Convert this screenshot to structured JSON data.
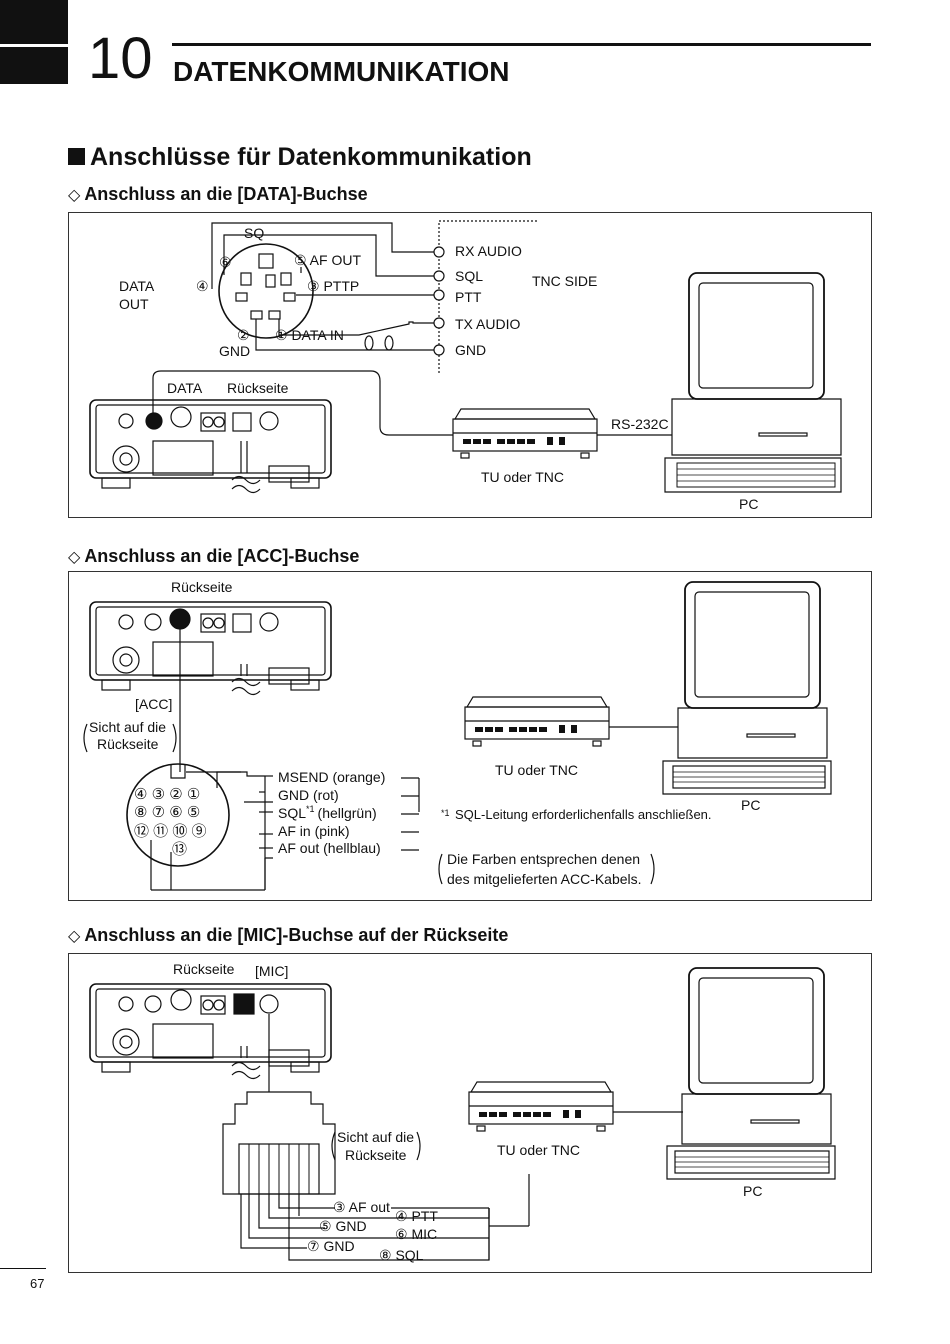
{
  "chapter": {
    "number": "10",
    "title": "DATENKOMMUNIKATION"
  },
  "section": {
    "title": "Anschlüsse für Datenkommunikation"
  },
  "data_jack": {
    "heading": "Anschluss an die [DATA]-Buchse",
    "pin_labels": {
      "sq": "SQ",
      "af_out": "⑤ AF OUT",
      "pttp": "③ PTTP",
      "data_in": "① DATA IN",
      "pin6": "⑥",
      "pin4": "④",
      "pin2": "②",
      "gnd": "GND",
      "data_out_1": "DATA",
      "data_out_2": "OUT"
    },
    "tnc_labels": [
      "RX AUDIO",
      "SQL",
      "PTT",
      "TX AUDIO",
      "GND"
    ],
    "tnc_side": "TNC SIDE",
    "data_label": "DATA",
    "rear_label": "Rückseite",
    "rs232": "RS-232C",
    "tu_label": "TU oder TNC",
    "pc_label": "PC"
  },
  "acc_jack": {
    "heading": "Anschluss an die [ACC]-Buchse",
    "rear_label": "Rückseite",
    "acc_label": "[ACC]",
    "view_1": "Sicht auf die",
    "view_2": "Rückseite",
    "pin_rows": [
      "④ ③ ② ①",
      "⑧ ⑦ ⑥ ⑤",
      "⑫ ⑪ ⑩ ⑨",
      "⑬"
    ],
    "wires": [
      "MSEND (orange)",
      "GND (rot)",
      "SQL",
      "(hellgrün)",
      "AF in (pink)",
      "AF out (hellblau)"
    ],
    "sql_sup": "*1",
    "footnote_mark": "*1",
    "footnote": "SQL-Leitung erforderlichenfalls anschließen.",
    "colors_1": "Die Farben entsprechen denen",
    "colors_2": "des mitgelieferten ACC-Kabels.",
    "tu_label": "TU oder TNC",
    "pc_label": "PC"
  },
  "mic_jack": {
    "heading": "Anschluss an die [MIC]-Buchse auf der Rückseite",
    "rear_label": "Rückseite",
    "mic_label": "[MIC]",
    "view_1": "Sicht auf die",
    "view_2": "Rückseite",
    "pins": [
      "③ AF out",
      "④ PTT",
      "⑤ GND",
      "⑥ MIC",
      "⑦ GND",
      "⑧ SQL"
    ],
    "tu_label": "TU oder TNC",
    "pc_label": "PC"
  },
  "page_number": "67"
}
